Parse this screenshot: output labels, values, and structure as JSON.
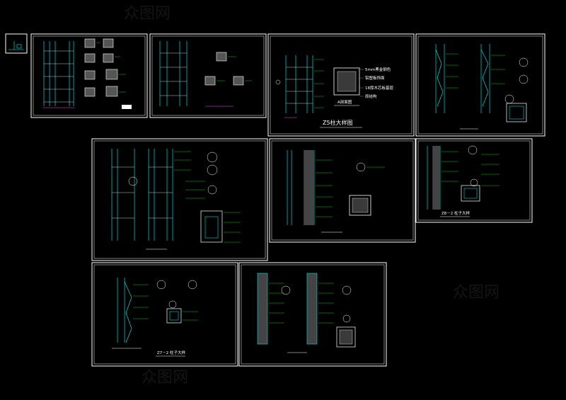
{
  "titles": {
    "sheet_z5": "Z5柱大样图",
    "sheet_z5_section": "A剖面图",
    "sheet_z8_2": "Z8－2 柱子大样",
    "sheet_z7_2": "Z7－2 柱子大样"
  },
  "callouts": {
    "z5_1": "5mm黑金钢色",
    "z5_2": "铝塑板饰面",
    "z5_3": "18厚木芯板基层",
    "z5_4": "原结构"
  },
  "watermark": "众图网",
  "colors": {
    "background": "#000000",
    "frame": "#ffffff",
    "drawing": "#00ffff",
    "leader": "#00ff00",
    "dimension": "#ff3bff",
    "hatch": "#cfcfcf"
  }
}
